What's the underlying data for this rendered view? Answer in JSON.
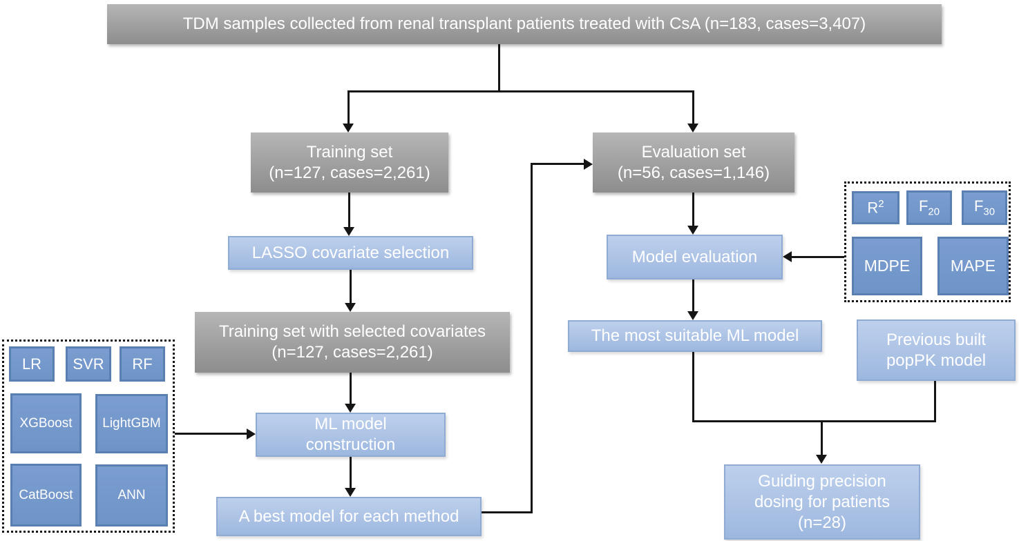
{
  "diagram": {
    "top_box": {
      "label": "TDM samples collected from renal transplant patients treated with CsA (n=183, cases=3,407)"
    },
    "training_set": {
      "lines": [
        "Training set",
        "(n=127, cases=2,261)"
      ]
    },
    "evaluation_set": {
      "lines": [
        "Evaluation set",
        "(n=56, cases=1,146)"
      ]
    },
    "lasso": {
      "label": "LASSO covariate selection"
    },
    "training_selected": {
      "lines": [
        "Training set with selected covariates",
        "(n=127, cases=2,261)"
      ]
    },
    "ml_construction": {
      "lines": [
        "ML model",
        "construction"
      ]
    },
    "best_model": {
      "label": "A best model for each method"
    },
    "model_evaluation": {
      "label": "Model evaluation"
    },
    "most_suitable": {
      "label": "The most suitable ML model"
    },
    "poppk": {
      "lines": [
        "Previous built",
        "popPK model"
      ]
    },
    "guiding": {
      "lines": [
        "Guiding precision",
        "dosing for patients",
        "(n=28)"
      ]
    },
    "ml_methods": {
      "small": [
        "LR",
        "SVR",
        "RF"
      ],
      "medium": [
        "XGBoost",
        "LightGBM"
      ],
      "large": [
        "CatBoost",
        "ANN"
      ]
    },
    "metrics": {
      "r2": {
        "base": "R",
        "sup": "2"
      },
      "f20": {
        "base": "F",
        "sub": "20"
      },
      "f30": {
        "base": "F",
        "sub": "30"
      },
      "mdpe": "MDPE",
      "mape": "MAPE"
    }
  },
  "colors": {
    "gray_box_top": "#b6b6b6",
    "gray_box_bottom": "#8d8d8d",
    "process_box_top": "#bdd0ec",
    "process_box_bottom": "#9cb7de",
    "process_box_border": "#8fabd4",
    "method_box_fill": "#6e94c7",
    "method_box_border": "#5a80b2",
    "connector": "#151515",
    "text": "#ffffff"
  }
}
